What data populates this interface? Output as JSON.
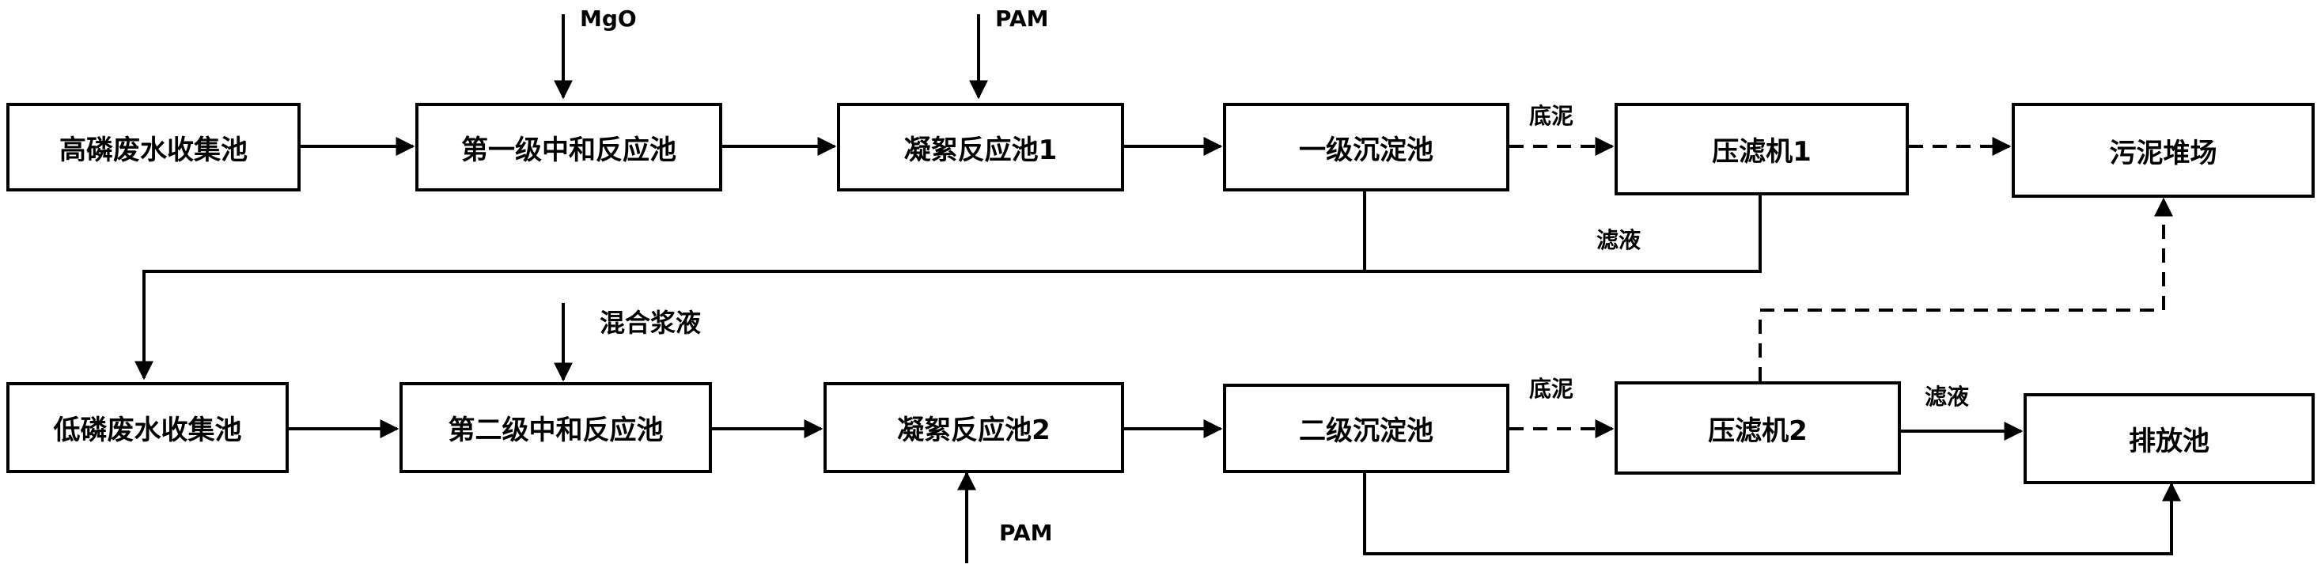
{
  "top_row": {
    "high_phosphorus_tank": "高磷废水收集池",
    "first_neutralization": "第一级中和反应池",
    "flocculation_1": "凝絮反应池1",
    "primary_settling": "一级沉淀池",
    "filter_press_1": "压滤机1",
    "sludge_yard": "污泥堆场"
  },
  "bottom_row": {
    "low_phosphorus_tank": "低磷废水收集池",
    "second_neutralization": "第二级中和反应池",
    "flocculation_2": "凝絮反应池2",
    "secondary_settling": "二级沉淀池",
    "filter_press_2": "压滤机2",
    "discharge_tank": "排放池"
  },
  "inputs": {
    "mgo": "MgO",
    "pam_top": "PAM",
    "mixed_slurry": "混合浆液",
    "pam_bottom": "PAM"
  },
  "flow_labels": {
    "sludge_top": "底泥",
    "filtrate_top": "滤液",
    "sludge_bottom": "底泥",
    "filtrate_bottom": "滤液"
  }
}
